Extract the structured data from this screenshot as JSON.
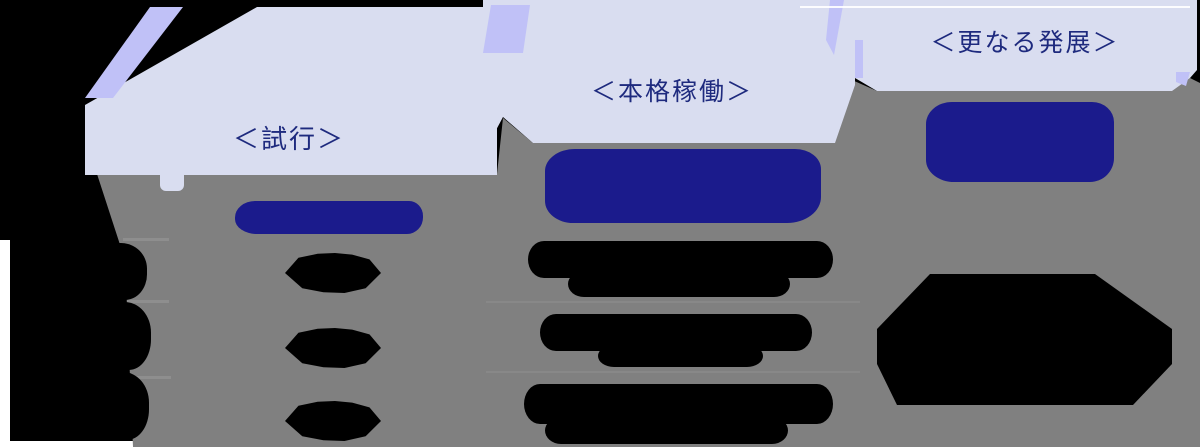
{
  "diagram": {
    "phases": [
      {
        "label": "＜試行＞"
      },
      {
        "label": "＜本格稼働＞"
      },
      {
        "label": "＜更なる発展＞"
      }
    ],
    "palette": {
      "background": "#000000",
      "panel_gray": "#808080",
      "banner_fill": "#d9ddf0",
      "banner_accent": "#c0c1f7",
      "heading_text": "#1e2a7e",
      "period_blob_navy": "#1b1b8c",
      "redacted_blob_black": "#000000",
      "divider_gray": "#8e8e8e",
      "edge_white": "#ffffff"
    },
    "redacted_blocks": {
      "period_blobs_under_each_phase": 3,
      "left_row_label_blobs": 3,
      "column1_item_blobs": 3,
      "column2_item_blobs": 3,
      "column3_item_blobs": 1
    }
  }
}
